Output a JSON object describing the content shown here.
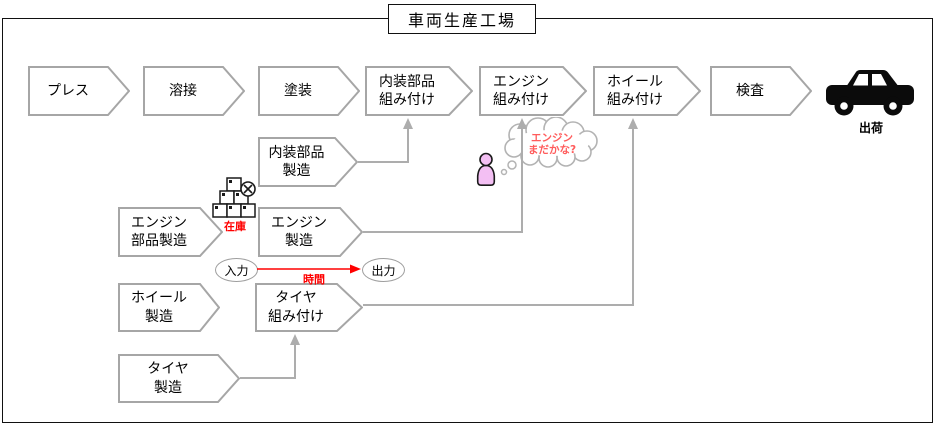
{
  "title": "車両生産工場",
  "factory_line": {
    "press": "プレス",
    "welding": "溶接",
    "painting": "塗装",
    "interior_assembly": "内装部品\n組み付け",
    "engine_assembly": "エンジン\n組み付け",
    "wheel_assembly": "ホイール\n組み付け",
    "inspection": "検査",
    "shipping": "出荷"
  },
  "sub_lines": {
    "interior_parts_mfg": "内装部品\n製造",
    "engine_parts_mfg": "エンジン\n部品製造",
    "engine_mfg": "エンジン\n製造",
    "wheel_mfg": "ホイール\n製造",
    "tire_assembly": "タイヤ\n組み付け",
    "tire_mfg": "タイヤ\n製造"
  },
  "labels": {
    "inventory": "在庫",
    "input": "入力",
    "output": "出力",
    "time": "時間"
  },
  "thought_bubble": {
    "line1": "エンジン",
    "line2": "まだかな?"
  },
  "colors": {
    "shape_border": "#a6a6a6",
    "connector": "#adadad",
    "accent_red": "#ff0000",
    "thought_text": "#ff5c5c",
    "person_fill": "#f3bff3",
    "car": "#0b0b0b"
  }
}
